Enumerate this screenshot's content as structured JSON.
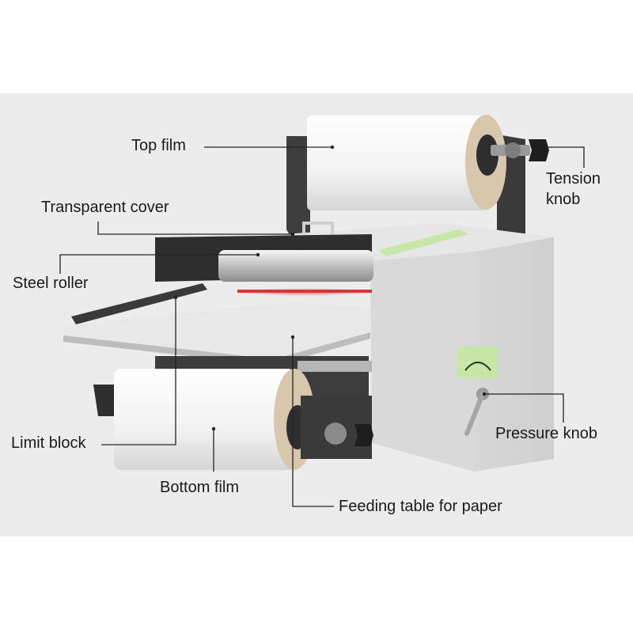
{
  "labels": {
    "top_film": "Top film",
    "transparent_cover": "Transparent cover",
    "steel_roller": "Steel roller",
    "limit_block": "Limit block",
    "bottom_film": "Bottom film",
    "feeding_table": "Feeding table for paper",
    "tension_knob_line1": "Tension",
    "tension_knob_line2": "knob",
    "pressure_knob": "Pressure knob"
  },
  "colors": {
    "background_panel": "#ececec",
    "machine_body": "#dcdcdc",
    "dark_parts": "#3a3a3a",
    "film_roll": "#f4f4f4",
    "heater_glow": "#d23a3a",
    "label_panel": "#c9e6a9",
    "leader_line": "#222222"
  }
}
